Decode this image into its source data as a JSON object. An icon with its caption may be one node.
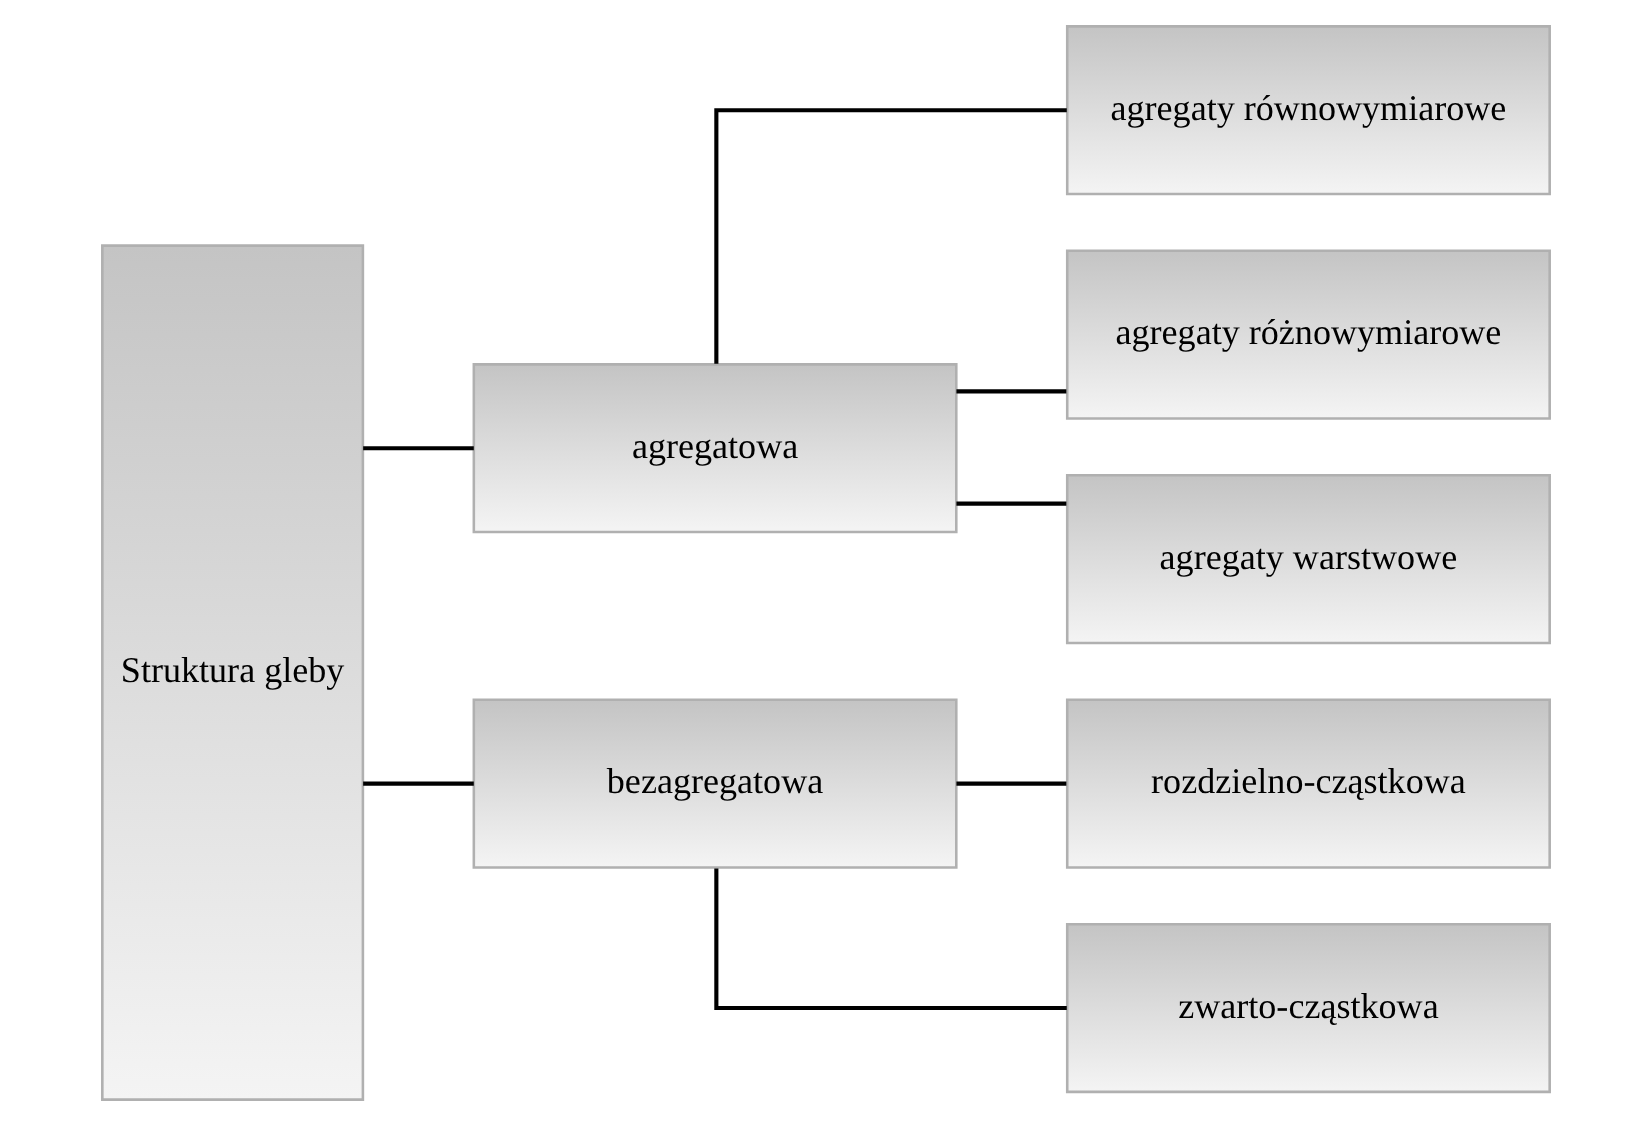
{
  "diagram": {
    "nodes": [
      {
        "text": [
          "Struktura gleby"
        ]
      },
      {
        "text": [
          "agregatowa"
        ]
      },
      {
        "text": [
          "bezagregatowa"
        ]
      },
      {
        "text": [
          "agregaty równowymiarowe"
        ]
      },
      {
        "text": [
          "agregaty różnowymiarowe"
        ]
      },
      {
        "text": [
          "agregaty warstwowe"
        ]
      },
      {
        "text": [
          "rozdzielno-cząstkowa"
        ]
      },
      {
        "text": [
          "zwarto-cząstkowa"
        ]
      }
    ],
    "edges": [
      {
        "from": 0,
        "to": 1,
        "arrow": "none"
      },
      {
        "from": 0,
        "to": 2,
        "arrow": "none"
      },
      {
        "from": 1,
        "to": 3,
        "arrow": "none"
      },
      {
        "from": 1,
        "to": 4,
        "arrow": "none"
      },
      {
        "from": 1,
        "to": 5,
        "arrow": "none"
      },
      {
        "from": 2,
        "to": 6,
        "arrow": "none"
      },
      {
        "from": 2,
        "to": 7,
        "arrow": "none"
      }
    ]
  }
}
